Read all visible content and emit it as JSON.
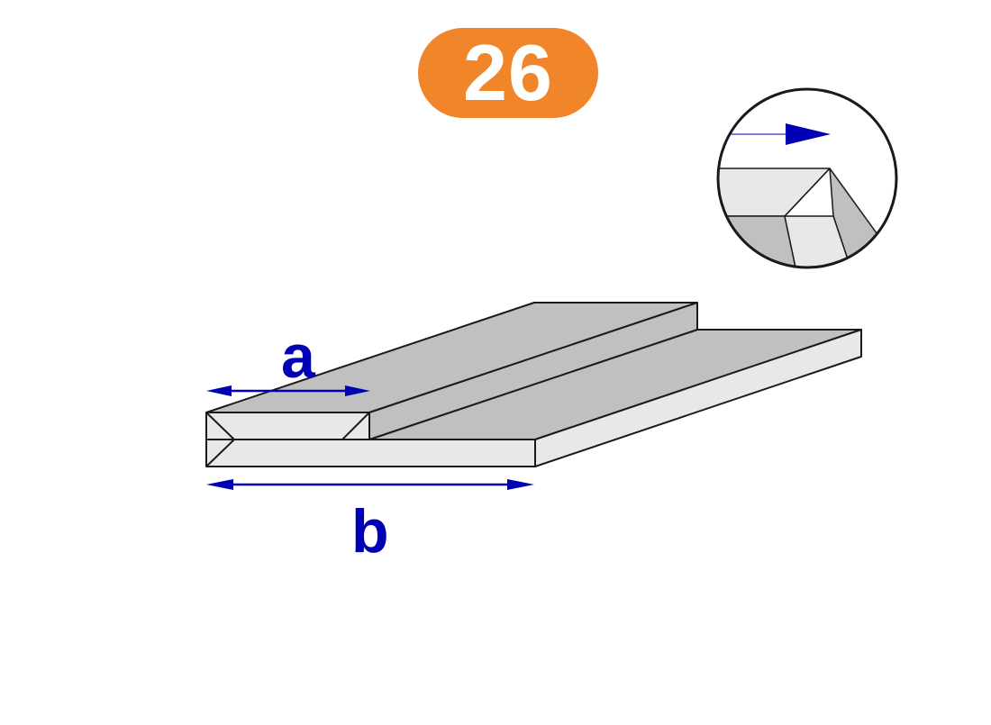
{
  "badge": {
    "number": "26"
  },
  "dimensions": {
    "a": "a",
    "b": "b"
  },
  "colors": {
    "badge_fill": "#F0852A",
    "badge_text": "#FFFFFF",
    "dimension": "#0000B4",
    "outline": "#1A1A1A",
    "light_face": "#E8E8E8",
    "mid_face": "#C0C0C0"
  }
}
